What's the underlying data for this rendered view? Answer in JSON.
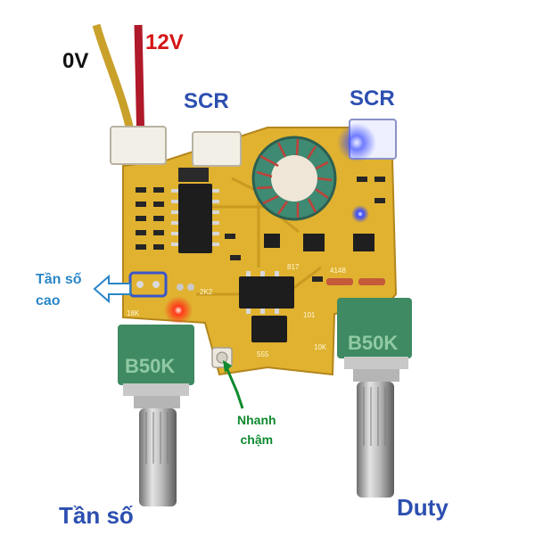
{
  "labels": {
    "ground": "0V",
    "supply": "12V",
    "scr_left": "SCR",
    "scr_right": "SCR",
    "freq_high_line1": "Tần số",
    "freq_high_line2": "cao",
    "speed_line1": "Nhanh",
    "speed_line2": "chậm",
    "frequency": "Tần số",
    "duty": "Duty"
  },
  "board_markings": {
    "pot_left": "B50K",
    "pot_right": "B50K",
    "chip_555": "555",
    "chip_optocoupler": "817",
    "resistor_2k2": "2K2",
    "resistor_18k": "18K",
    "resistor_10k": "10K",
    "resistor_101": "101",
    "diode": "4148"
  },
  "colors": {
    "pcb": "#e0b230",
    "wire_ground": "#c9a12a",
    "wire_supply": "#b0192a",
    "label_blue": "#2c4fb0",
    "label_red": "#d51515",
    "label_green": "#0f8a2e",
    "label_cyan": "#2a86c8",
    "pot_body": "#3f8a62",
    "led_red": "#ff2a14",
    "led_blue": "#2a3cff"
  }
}
